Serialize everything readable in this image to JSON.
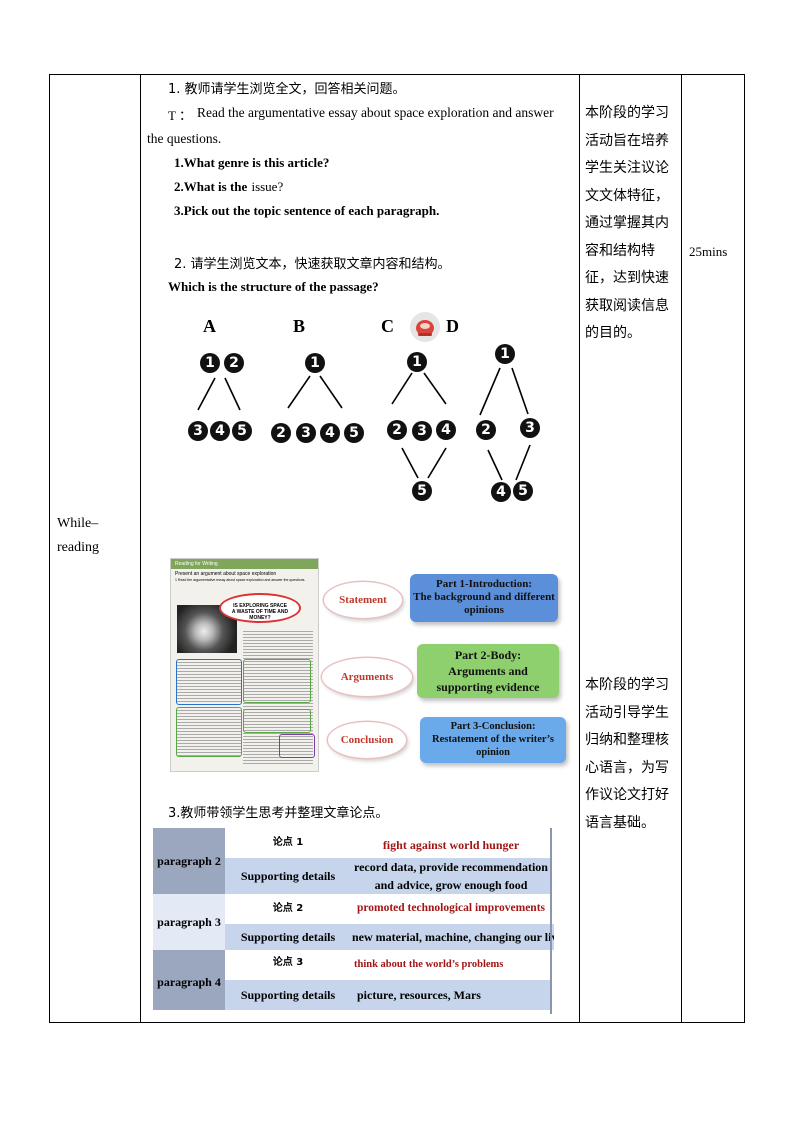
{
  "stage": "While–reading",
  "stage_line1": "While–",
  "stage_line2": "reading",
  "time": "25mins",
  "steps": {
    "s1_cn": "1.  教师请学生浏览全文，回答相关问题。",
    "s1_t_prefix": "T  ：",
    "s1_t_text1": "Read the argumentative essay about space exploration and answer",
    "s1_t_text2": "the questions.",
    "q1": "1.What genre is this article?",
    "q2_a": "2.What is the",
    "q2_b": "issue?",
    "q3": "3.Pick out the topic sentence of each paragraph.",
    "s2_cn": "2.  请学生浏览文本，快速获取文章内容和结构。",
    "s2_q": "Which is the structure of the passage?",
    "s3_cn": "3.教师带领学生思考并整理文章论点。"
  },
  "structure_options": {
    "labels": [
      "A",
      "B",
      "C",
      "D"
    ],
    "circled_numbers": [
      "❶",
      "❷",
      "❸",
      "❹",
      "❺"
    ],
    "digits": [
      "1",
      "2",
      "3",
      "4",
      "5"
    ]
  },
  "reading_page": {
    "header": "Reading for Writing",
    "subtitle": "Present an argument about space exploration",
    "instruction": "1  Read the argumentative essay about space exploration and answer the questions.",
    "headline_line1": "IS EXPLORING SPACE",
    "headline_line2": "A WASTE OF TIME AND MONEY?"
  },
  "labels": {
    "statement": "Statement",
    "arguments": "Arguments",
    "conclusion": "Conclusion"
  },
  "parts": {
    "p1_line1": "Part 1-Introduction:",
    "p1_line2": "The background and different",
    "p1_line3": "opinions",
    "p2_line1": "Part 2-Body:",
    "p2_line2": "Arguments and",
    "p2_line3": "supporting evidence",
    "p3_line1": "Part 3-Conclusion:",
    "p3_line2": "Restatement of the writer’s",
    "p3_line3": "opinion"
  },
  "notes": {
    "note1": "本阶段的学习活动旨在培养学生关注议论文文体特征，通过掌握其内容和结构特征，达到快速获取阅读信息的目的。",
    "note2": "本阶段的学习活动引导学生归纳和整理核心语言，为写作议论文打好语言基础。"
  },
  "points_table": {
    "point_label_1": "论点 1",
    "point_label_2": "论点 2",
    "point_label_3": "论点 3",
    "supporting": "Supporting details",
    "rows": [
      {
        "para": "paragraph 2",
        "point": "fight against world hunger",
        "detail1": "record data, provide recommendation",
        "detail2": "and advice, grow enough food"
      },
      {
        "para": "paragraph 3",
        "point": "promoted technological improvements",
        "detail1": "new material, machine,  changing our live"
      },
      {
        "para": "paragraph 4",
        "point": "think about the world’s problems",
        "detail1": "picture, resources, Mars"
      }
    ]
  },
  "colors": {
    "point_red": "#a31515",
    "row_blue": "#c6d4ec",
    "row_light": "#e3eaf6",
    "para_gray": "#9aa7bf",
    "part1": "#5b8fd9",
    "part2": "#8fd06e",
    "part3": "#6aa9ea"
  }
}
